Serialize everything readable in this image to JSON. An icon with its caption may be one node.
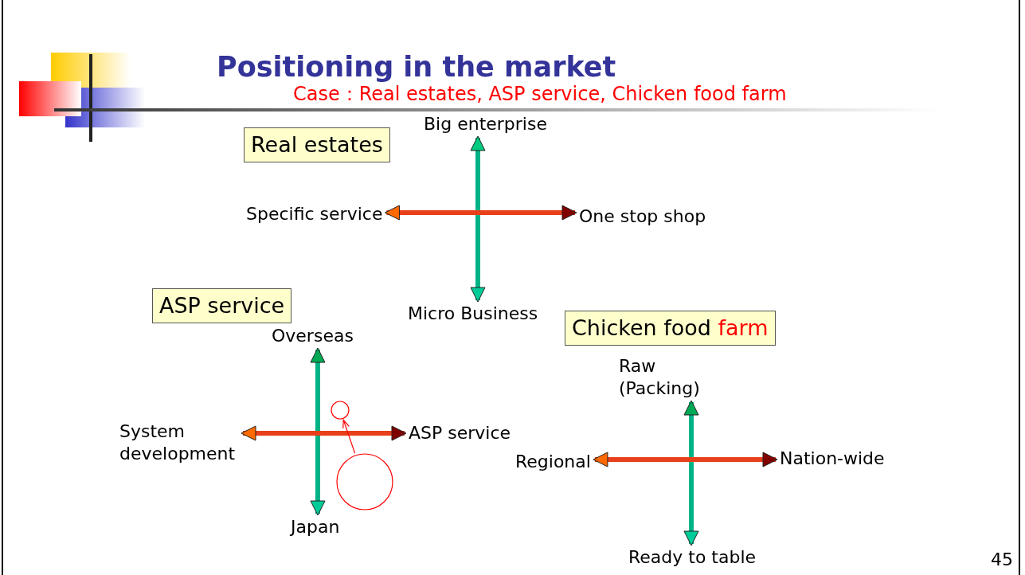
{
  "diagram": {
    "title": "Positioning in the market",
    "nodes": [
      {
        "text": [
          "Real estates"
        ]
      },
      {
        "text": [
          "Big enterprise"
        ]
      },
      {
        "text": [
          "Micro Business"
        ]
      },
      {
        "text": [
          "Specific service"
        ]
      },
      {
        "text": [
          "One stop shop"
        ]
      },
      {
        "text": [
          "ASP service"
        ]
      },
      {
        "text": [
          "Overseas"
        ]
      },
      {
        "text": [
          "Japan"
        ]
      },
      {
        "text": [
          "System development"
        ]
      },
      {
        "text": [
          "ASP service"
        ]
      },
      {
        "text": [
          "Chicken food farm"
        ]
      },
      {
        "text": [
          "Raw (Packing)"
        ]
      },
      {
        "text": [
          "Ready to table"
        ]
      },
      {
        "text": [
          "Regional"
        ]
      },
      {
        "text": [
          "Nation-wide"
        ]
      },
      {
        "text": [],
        "shape": "circle"
      },
      {
        "text": [],
        "shape": "circle"
      }
    ],
    "edges": [
      {
        "from": 1,
        "to": 2,
        "arrow": "both",
        "color": "#00b386"
      },
      {
        "from": 3,
        "to": 4,
        "arrow": "both",
        "color": "#e8401a"
      },
      {
        "from": 6,
        "to": 7,
        "arrow": "both",
        "color": "#00b386"
      },
      {
        "from": 8,
        "to": 9,
        "arrow": "both",
        "color": "#e8401a"
      },
      {
        "from": 11,
        "to": 12,
        "arrow": "both",
        "color": "#00b386"
      },
      {
        "from": 13,
        "to": 14,
        "arrow": "both",
        "color": "#e8401a"
      },
      {
        "from": 16,
        "to": 15,
        "arrow": "to",
        "color": "#ff0000"
      }
    ],
    "labels": [
      "Case：Real estates, ASP service, Chicken food farm",
      "45"
    ]
  }
}
